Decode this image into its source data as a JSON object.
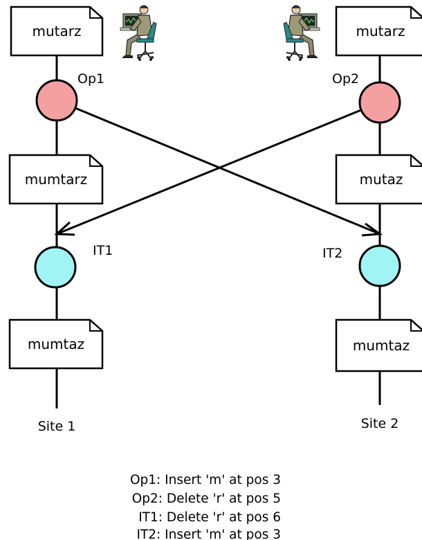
{
  "site1": {
    "documents": [
      "mutarz",
      "mumtarz",
      "mumtaz"
    ],
    "operation_label": "Op1",
    "transform_label": "IT1",
    "site_label": "Site 1",
    "colors": {
      "operation": "#f4a0a0",
      "transform": "#a0f4f4"
    }
  },
  "site2": {
    "documents": [
      "mutarz",
      "mutaz",
      "mumtaz"
    ],
    "operation_label": "Op2",
    "transform_label": "IT2",
    "site_label": "Site 2",
    "colors": {
      "operation": "#f4a0a0",
      "transform": "#a0f4f4"
    }
  },
  "legend": [
    "Op1: Insert 'm' at pos 3",
    "Op2: Delete 'r' at pos 5",
    "IT1: Delete 'r' at pos 6",
    "IT2: Insert 'm' at pos 3"
  ],
  "icons": [
    "user-at-computer-icon"
  ]
}
